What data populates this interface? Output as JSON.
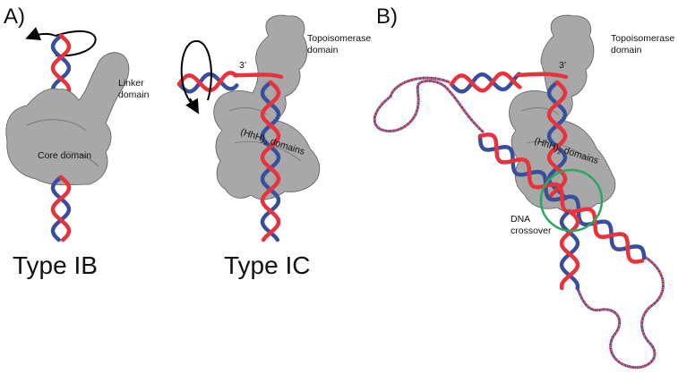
{
  "panels": {
    "a_letter": "A)",
    "b_letter": "B)"
  },
  "type_ib": {
    "title": "Type IB",
    "linker_line1": "Linker",
    "linker_line2": "domain",
    "core_label": "Core domain"
  },
  "type_ic": {
    "title": "Type IC",
    "topo_line1": "Topoisomerase",
    "topo_line2": "domain",
    "three_prime": "3’",
    "hhh_label": "(HhH)",
    "hhh_sub": "2",
    "hhh_suffix": " domains"
  },
  "panel_b": {
    "topo_line1": "Topoisomerase",
    "topo_line2": "domain",
    "three_prime": "3’",
    "hhh_label": "(HhH)",
    "hhh_sub": "2",
    "hhh_suffix": " domains",
    "crossover_line1": "DNA",
    "crossover_line2": "crossover"
  },
  "colors": {
    "strand_red": "#e8323c",
    "strand_blue": "#3a4f9c",
    "protein_gray": "#a8a8a8",
    "crossover_green": "#2aa760"
  }
}
